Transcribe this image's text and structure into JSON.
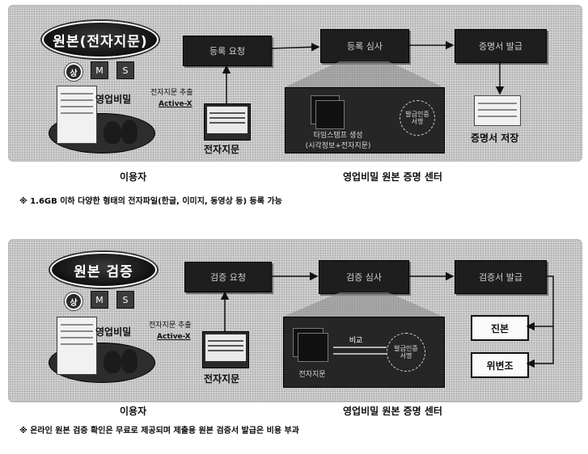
{
  "top": {
    "title_oval": "원본(전자지문)",
    "user_icons": [
      "상",
      "M",
      "S"
    ],
    "trade_secret_label": "영업비밀",
    "extract_label": "전자지문 추출",
    "activex_label": "Active-X",
    "fingerprint_label": "전자지문",
    "boxes": [
      "등록 요청",
      "등록 심사",
      "증명서 발급"
    ],
    "inner_left": "타임스탬프 생성\n(시각정보+전자지문)",
    "inner_right": "발급인증\n서명",
    "save_label": "증명서 저장",
    "user_caption": "이용자",
    "center_caption": "영업비밀 원본 증명 센터",
    "note": "※ 1.6GB 이하 다양한 형태의 전자파일(한글, 이미지, 동영상 등) 등록 가능"
  },
  "bottom": {
    "title_oval": "원본 검증",
    "user_icons": [
      "상",
      "M",
      "S"
    ],
    "trade_secret_label": "영업비밀",
    "extract_label": "전자지문 추출",
    "activex_label": "Active-X",
    "fingerprint_label": "전자지문",
    "boxes": [
      "검증 요청",
      "검증 심사",
      "검증서 발급"
    ],
    "inner_compare": "비교",
    "inner_left": "전자지문",
    "inner_right": "발급인증\n서명",
    "result_boxes": [
      "진본",
      "위변조"
    ],
    "user_caption": "이용자",
    "center_caption": "영업비밀 원본 증명 센터",
    "note": "※ 온라인 원본 검증 확인은 무료로 제공되며 제출용 원본 검증서 발급은 비용 부과"
  }
}
